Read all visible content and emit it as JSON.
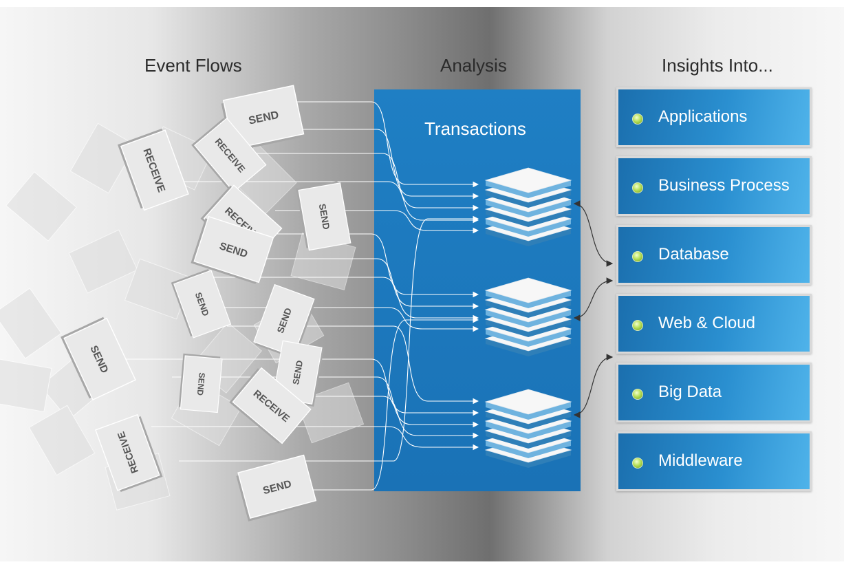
{
  "titles": {
    "event_flows": "Event Flows",
    "analysis": "Analysis",
    "insights": "Insights Into..."
  },
  "panel": {
    "title": "Transactions"
  },
  "cards": [
    {
      "text": "SEND"
    },
    {
      "text": "RECEIVE"
    },
    {
      "text": "RECEIVE"
    },
    {
      "text": "RECEIVE"
    },
    {
      "text": "SEND"
    },
    {
      "text": "SEND"
    },
    {
      "text": "SEND"
    },
    {
      "text": "SEND"
    },
    {
      "text": "SEND"
    },
    {
      "text": "SEND"
    },
    {
      "text": "SEND"
    },
    {
      "text": "RECEIVE"
    },
    {
      "text": "RECEIVE"
    },
    {
      "text": "SEND"
    }
  ],
  "insights": [
    {
      "label": "Applications"
    },
    {
      "label": "Business Process"
    },
    {
      "label": "Database"
    },
    {
      "label": "Web & Cloud"
    },
    {
      "label": "Big Data"
    },
    {
      "label": "Middleware"
    }
  ],
  "colors": {
    "panel": "#1a72b6",
    "insight_box": "#2a8fd0",
    "status_dot": "#a6d44a"
  }
}
